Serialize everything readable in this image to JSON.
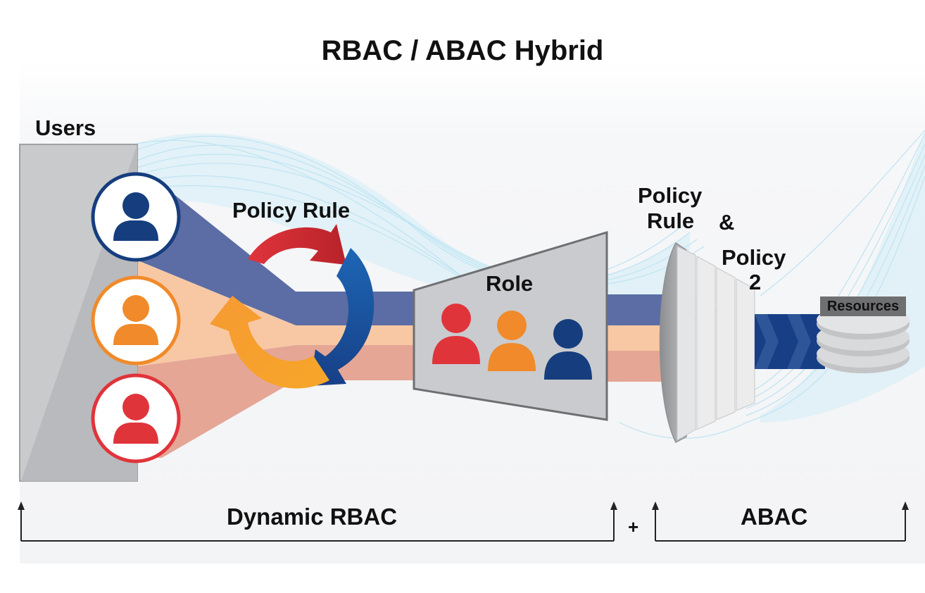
{
  "title": "RBAC / ABAC Hybrid",
  "labels": {
    "users": "Users",
    "policy_rule": "Policy Rule",
    "role": "Role",
    "policy_rule_and_policy2": [
      "Policy",
      "Rule",
      "&",
      "Policy",
      "2"
    ],
    "resources": "Resources",
    "dynamic_rbac": "Dynamic RBAC",
    "plus": "+",
    "abac": "ABAC"
  },
  "colors": {
    "navy": "#163e7e",
    "orange": "#f08a2a",
    "red": "#e0343b",
    "gray_panel": "#c9cacc",
    "band_blue": "#5b6da4",
    "band_peach": "#f8c8a4",
    "band_salmon": "#e5a696",
    "wave_blue": "#8fd3ec"
  },
  "icons": {
    "user_circles": [
      "user-icon-navy",
      "user-icon-orange",
      "user-icon-red"
    ],
    "cycle": [
      "red-arrow-icon",
      "blue-arrow-icon",
      "orange-arrow-icon"
    ],
    "role_people": [
      "person-icon-red",
      "person-icon-orange",
      "person-icon-navy"
    ],
    "resources": "database-stack-icon"
  }
}
